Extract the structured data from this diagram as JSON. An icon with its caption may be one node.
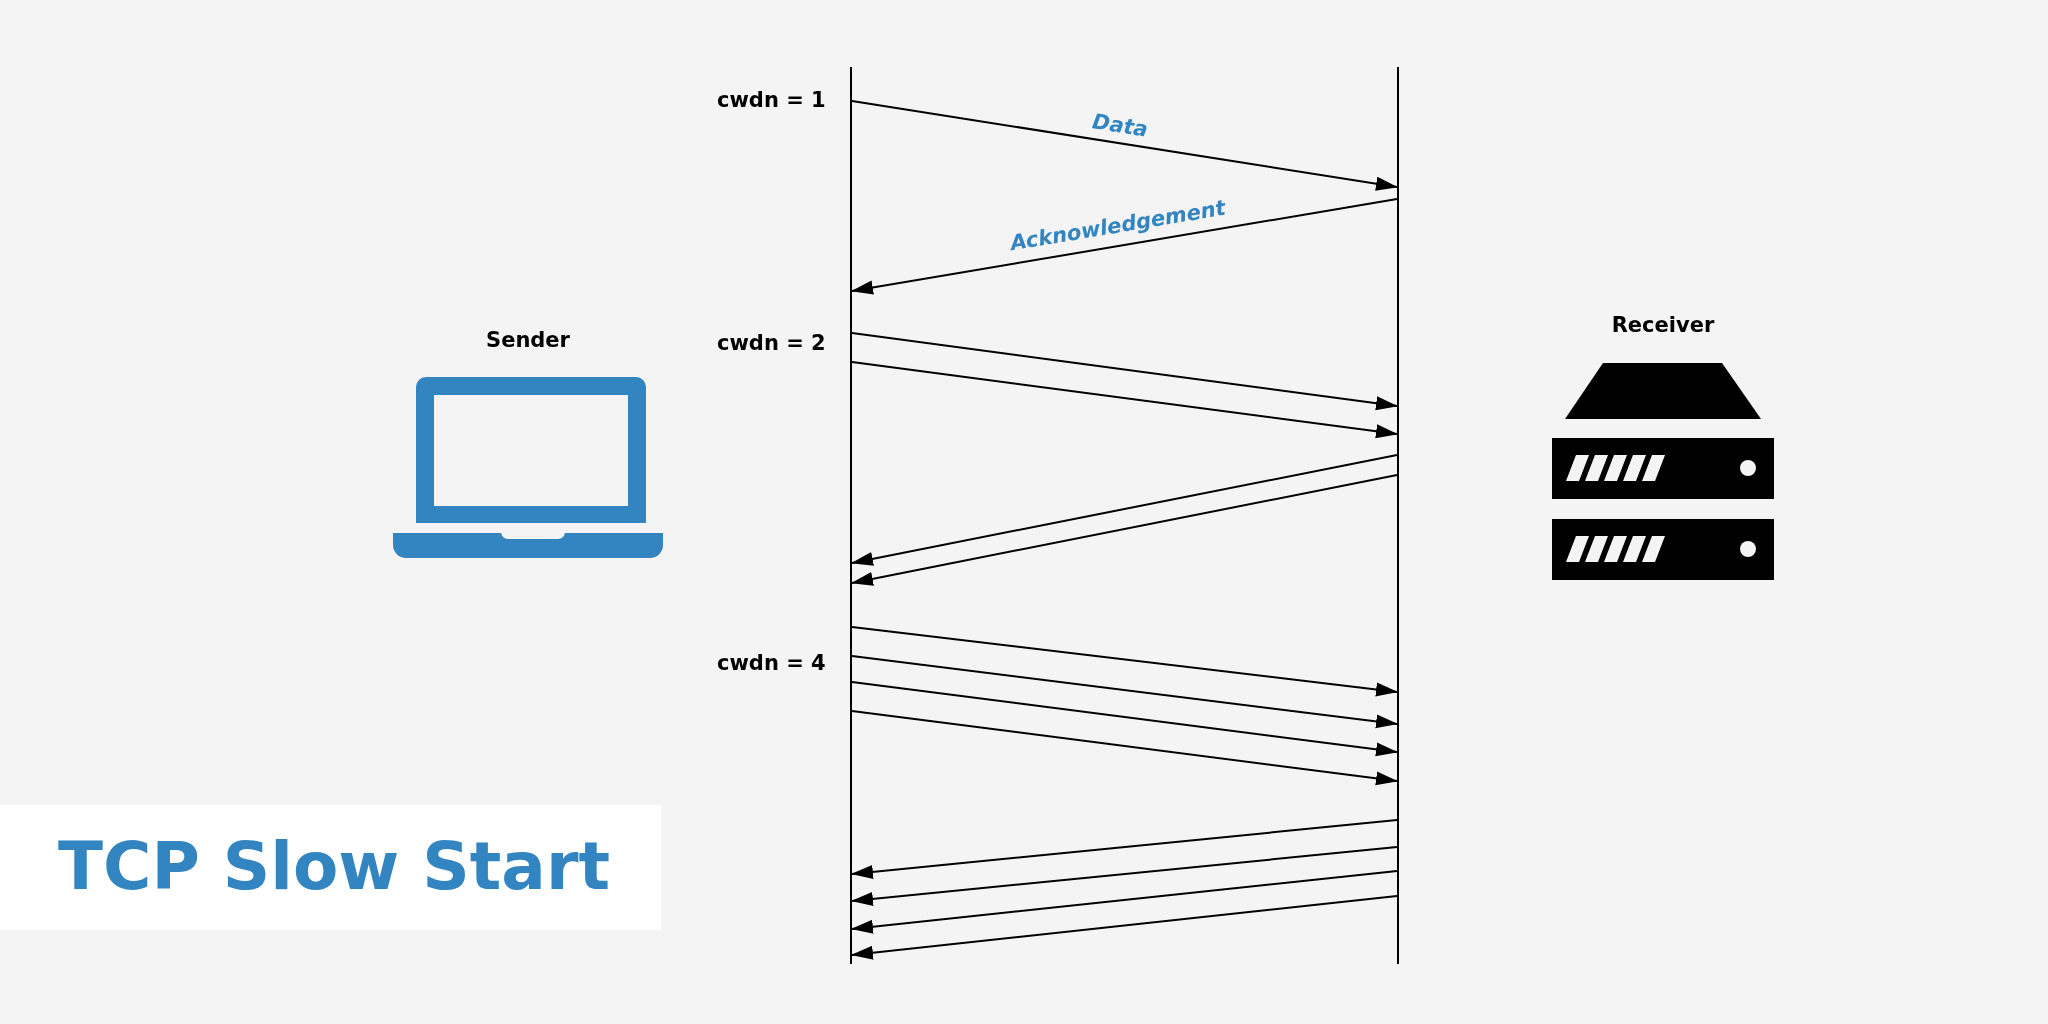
{
  "diagram": {
    "title": "TCP Slow Start",
    "nodes": [
      {
        "text": [
          "Sender"
        ]
      },
      {
        "text": [
          "Receiver"
        ]
      },
      {
        "text": [],
        "shape": "bar"
      },
      {
        "text": [],
        "shape": "bar"
      }
    ],
    "edges": [
      {
        "from": 2,
        "to": 3,
        "arrow": "to",
        "label": "Data"
      },
      {
        "from": 3,
        "to": 2,
        "arrow": "to",
        "label": "Acknowledgement"
      },
      {
        "from": 2,
        "to": 3,
        "arrow": "to"
      },
      {
        "from": 2,
        "to": 3,
        "arrow": "to"
      },
      {
        "from": 3,
        "to": 2,
        "arrow": "to"
      },
      {
        "from": 3,
        "to": 2,
        "arrow": "to"
      },
      {
        "from": 2,
        "to": 3,
        "arrow": "to"
      },
      {
        "from": 2,
        "to": 3,
        "arrow": "to"
      },
      {
        "from": 2,
        "to": 3,
        "arrow": "to"
      },
      {
        "from": 2,
        "to": 3,
        "arrow": "to"
      },
      {
        "from": 3,
        "to": 2,
        "arrow": "to"
      },
      {
        "from": 3,
        "to": 2,
        "arrow": "to"
      },
      {
        "from": 3,
        "to": 2,
        "arrow": "to"
      },
      {
        "from": 3,
        "to": 2,
        "arrow": "to"
      }
    ],
    "labels": [
      "cwdn = 1",
      "cwdn = 2",
      "cwdn = 4"
    ]
  }
}
